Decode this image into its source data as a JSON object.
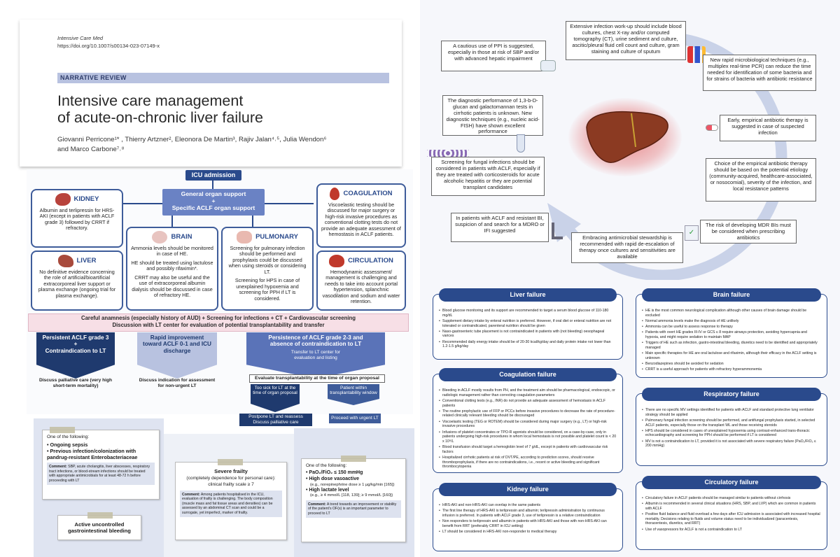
{
  "journal": {
    "name": "Intensive Care Med",
    "doi": "https://doi.org/10.1007/s00134-023-07149-x"
  },
  "article": {
    "section": "NARRATIVE REVIEW",
    "title_line1": "Intensive care management",
    "title_line2": "of acute-on-chronic liver failure",
    "authors_line1": "Giovanni Perricone¹* , Thierry Artzner², Eleonora De Martin³, Rajiv Jalan⁴˒⁵, Julia Wendon⁶",
    "authors_line2": "and Marco Carbone⁷˒⁸"
  },
  "flowchart": {
    "icu_admission": "ICU admission",
    "general_support": "General organ support\n+\nSpecific ACLF organ support",
    "kidney": {
      "title": "KIDNEY",
      "text": "Albumin and terlipressin for HRS-AKI (except in patients with ACLF grade 3) followed by CRRT if refractory."
    },
    "liver": {
      "title": "LIVER",
      "text": "No definitive evidence concerning the role of artificial/bioartificial extracorporeal liver support or plasma exchange (ongoing trial for plasma exchange)."
    },
    "brain": {
      "title": "BRAIN",
      "text1": "Ammonia levels should be monitored in case of HE.",
      "text2": "HE should be treated using lactulose and possibly rifaximin*.",
      "text3": "CRRT may also be useful and the use of extracorporeal albumin dialysis should be discussed in case of refractory HE."
    },
    "pulmonary": {
      "title": "PULMONARY",
      "text1": "Screening for pulmonary infection should be performed and prophylaxis could be discussed when using steroids or considering LT.",
      "text2": "Screening for HPS in case of unexplained hypoxemia and screening for PPH if LT is considered."
    },
    "coagulation": {
      "title": "COAGULATION",
      "text": "Viscoelastic testing should be discussed for major surgery or high-risk invasive procedures as conventional clotting tests do not provide an adequate assessment of hemostasis in ACLF patients."
    },
    "circulation": {
      "title": "CIRCULATION",
      "text": "Hemodynamic assessment/ management is challenging and needs to take into account portal hypertension, splanchnic vasodilation and sodium and water retention."
    },
    "anamnesis": "Careful anamnesis (especially history of AUD) + Screening for infections + CT + Cardiovascular screening\nDiscussion with LT center for evaluation of potential transplantability and transfer",
    "persistent": "Persistent ACLF grade 3\n+\nContraindication to LT",
    "rapid": "Rapid improvement toward ACLF 0-1 and ICU discharge",
    "persistence23": "Persistence of ACLF grade 2-3 and absence of contraindication to LT",
    "transfer": "Transfer to LT center for evaluation and listing",
    "palliative": "Discuss palliative care (very high short-term mortality)",
    "nonurgent": "Discuss indication for assessment for non-urgent LT",
    "evaluate": "Evaluate transplantability at the time of organ proposal",
    "too_sick": "Too sick for LT at the time of organ proposal",
    "within_window": "Patient within transplantability window",
    "postpone": "Postpone LT and reassess\nDiscuss palliative care",
    "proceed": "Proceed with urgent LT"
  },
  "contraindications": {
    "sepsis_intro": "One of the following:",
    "sepsis_items": [
      "Ongoing sepsis",
      "Previous infection/colonization with pandrug-resistant Enterobacteriaceae"
    ],
    "sepsis_comment_label": "Comment:",
    "sepsis_comment": "SBP, acute cholangitis, liver abscesses, respiratory tract infections, or blood-stream infections should be treated with appropriate antimicrobials for at least 48-72 h before proceeding with LT",
    "gi_bleeding": "Active uncontrolled gastrointestinal bleeding",
    "frailty_title": "Severe frailty",
    "frailty_text": "(completely dependence for personal care): clinical frailty scale ≥ 7",
    "frailty_comment_label": "Comment:",
    "frailty_comment": "Among patients hospitalised in the ICU, evaluation of frailty is challenging. The body composition (muscle mass and fat tissue areas and densities) can be assessed by an abdominal CT scan and could be a surrogate, yet imperfect, marker of frailty.",
    "resp_intro": "One of the following:",
    "resp_items": [
      "PaO₂/FiO₂ ≤ 150 mmHg",
      "High dose vasoactive",
      "High lactate level"
    ],
    "resp_item2_detail": "(e.g., norepinephrine dose ≥ 1 µg/kg/min [165])",
    "resp_item3_detail": "(e.g., ≥ 4 mmol/L [118, 139]; ≥ 9 mmol/L [160])",
    "resp_comment_label": "Comment:",
    "resp_comment": "A trend towards an improvement or stability of the patient's OF(s) is an important parameter to proceed to LT"
  },
  "infection_cycle": {
    "infection_workup": "Extensive infection work-up should include blood cultures, chest X-ray and/or computed tomography (CT), urine sediment and culture, ascitic/pleural fluid cell count and culture, gram staining and culture of sputum",
    "ppi": "A cautious use of PPI is suggested, especially in those at risk of SBP and/or with advanced hepatic impairment",
    "pcr": "New rapid microbiological techniques (e.g., multiplex real-time PCR) can reduce the time needed for identification of some bacteria and for strains of bacteria with antibiotic resistance",
    "diagnostic": "The diagnostic performance of 1,3-b-D-glucan and galactomannan tests in cirrhotic patients is unknown. New diagnostic techniques (e.g., nucleic acid-FISH) have shown excellent performance",
    "empirical": "Early, empirical antibiotic therapy is suggested in case of suspected infection",
    "fungal": "Screening for fungal infections should be considered in patients with ACLF, especially if they are treated with corticosteroids for acute alcoholic hepatitis or they are potential transplant candidates",
    "choice": "Choice of the empirical antibiotic therapy should be based on the potential etiology (community-acquired, healthcare-associated, or nosocomial), severity of the infection, and local resistance patterns",
    "resistant": "In patients with ACLF and resistant BI, suspicion of and search for a MDRO or IFI suggested",
    "stewardship": "Embracing antimicrobial stewardship is recommended with rapid de-escalation of therapy once cultures and sensitivities are available",
    "mdr": "The risk of developing MDR BIs must be considered when prescribing antibiotics"
  },
  "failure_panels": {
    "liver": {
      "title": "Liver failure",
      "items": [
        "Blood glucose monitoring and its support are recommended to target a serum blood glucose of 110-180 mg/dL",
        "Supplement dietary intake by enteral nutrition is preferred. However, if oral diet or enteral nutrition are not tolerated or contraindicated, parenteral nutrition should be given",
        "Naso-gastroenteric tube placement is not contraindicated in patients with (not bleeding) oesophageal varices",
        "Recommended daily energy intake should be of 20-30 kcal/kg/day and daily protein intake not lower than 1.2-1.5 g/kg/day"
      ]
    },
    "coagulation": {
      "title": "Coagulation failure",
      "items": [
        "Bleeding in ACLF mostly results from PH, and the treatment aim should be pharmacological, endoscopic, or radiologic management rather than correcting coagulation parameters",
        "Conventional clotting tests (e.g., INR) do not provide an adequate assessment of hemostasis in ACLF patients",
        "The routine prophylactic use of FFP or PCCs before invasive procedures to decrease the rate of procedure-related clinically relevant bleeding should be discouraged",
        "Viscoelastic testing (TEG or ROTEM) should be considered during major surgery (e.g., LT) or high-risk invasive procedures",
        "Infusions of platelet concentrates or TPO-R agonists should be considered, on a case-by-case, only in patients undergoing high-risk procedures in whom local hemostasis is not possible and platelet count is < 20 x 10⁹/L",
        "Blood transfusion should target a hemoglobin level of 7 g/dL, except in patients with cardiovascular risk factors",
        "Hospitalized cirrhotic patients at risk of DVT/PE, according to prediction scores, should receive thromboprophylaxis, if there are no contraindications, i.e., recent or active bleeding and significant thrombocytopenia"
      ]
    },
    "kidney": {
      "title": "Kidney failure",
      "items": [
        "HRS-AKI and non-HRS-AKI can overlap in the same patients",
        "The first line therapy of HRS-AKI is terlipressin and albumin; terlipressin administration by continuous infusion is preferred. In patients with ACLF grade 3, use of terlipressin is a relative contraindication",
        "Non responders to terlipressin and albumin in patients with HRS-AKI and those with non-HRS-AKI can benefit from RRT (preferably CRRT in ICU setting)",
        "LT should be considered in HRS-AKI non-responder to medical therapy"
      ]
    },
    "brain": {
      "title": "Brain failure",
      "items": [
        "HE is the most common neurological complication although other causes of brain damage should be excluded",
        "Normal ammonia levels make the diagnosis of HE unlikely",
        "Ammonia can be useful to assess response to therapy",
        "Patients with overt HE grades III-IV or GCS ≤ 8 require airways protection, avoiding hypercapnia and hypoxia, and might require sedation to maintain MAP",
        "Triggers of HE such as infection, gastro-intestinal bleeding, diuretics need to be identified and appropriately managed",
        "Main specific therapies for HE are oral lactulose and rifaximin, although their efficacy in the ACLF setting is unknown",
        "Benzodiazepines should be avoided for sedation",
        "CRRT is a useful approach for patients with refractory hyperammonemia"
      ]
    },
    "respiratory": {
      "title": "Respiratory failure",
      "items": [
        "There are no specific MV settings identified for patients with ACLF and standard protective lung ventilator strategy should be applied",
        "Pulmonary fungal infection screening should be performed, and antifungal prophylaxis started, in selected ACLF patients, especially those on the transplant WL and those receiving steroids",
        "HPS should be considered in cases of unexplained hypoxemia using contrast-enhanced trans-thoracic echocardiography and screening for PPH should be performed if LT is considered",
        "MV is not a contraindication to LT, provided it is not associated with severe respiratory failure (PaO₂/FiO₂ ≤ 200 mmHg)"
      ]
    },
    "circulatory": {
      "title": "Circulatory failure",
      "items": [
        "Circulatory failure in ACLF patients should be managed similar to patients without cirrhosis",
        "Albumin is recommended in several clinical situations (HRS, SBP, and LVP) which are common in patients with ACLF",
        "Positive fluid balance and fluid overload a few days after ICU admission is associated with increased hospital mortality. Decisions relating to fluids and volume status need to be individualized (paracentesis, thoracentesis, diuretics, and RRT)",
        "Use of vasopressors for ACLF is not a contraindication to LT"
      ]
    }
  },
  "colors": {
    "navy": "#2a4a8c",
    "blue": "#3e5c9a",
    "light_blue": "#9fb0d6",
    "section_bar": "#b8c2e0",
    "pink": "#f7dfe6"
  }
}
